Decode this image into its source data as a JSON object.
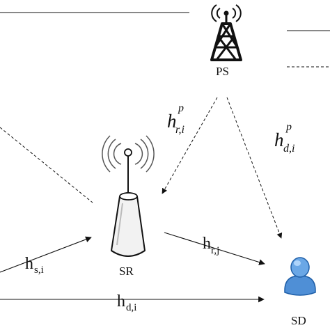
{
  "nodes": {
    "ps": {
      "label": "PS"
    },
    "sr": {
      "label": "SR"
    },
    "sd": {
      "label": "SD"
    }
  },
  "channels": {
    "h_r_i_p": {
      "base": "h",
      "sub": "r,i",
      "sup": "p"
    },
    "h_d_i_p": {
      "base": "h",
      "sub": "d,i",
      "sup": "p"
    },
    "h_s_i": {
      "base": "h",
      "sub": "s,i"
    },
    "h_r_j": {
      "base": "h",
      "sub": "r,j"
    },
    "h_d_i": {
      "base": "h",
      "sub": "d,i"
    }
  },
  "colors": {
    "line": "#111111",
    "user_fill": "#4f8fd6",
    "user_stroke": "#1f5fa8",
    "sr_fill": "#f2f2f2"
  },
  "icons": {
    "ps": "cell-tower-icon",
    "sr": "relay-antenna-icon",
    "sd": "user-icon"
  }
}
